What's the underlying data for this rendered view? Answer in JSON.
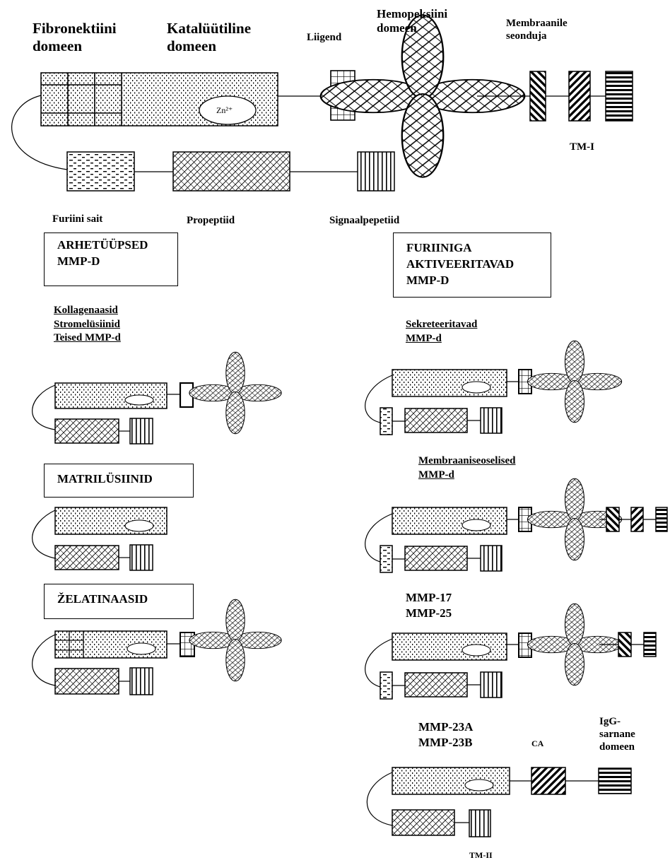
{
  "labels": {
    "fibronectin": [
      "Fibronektiini",
      "domeen"
    ],
    "catalytic": [
      "Katalüütiline",
      "domeen"
    ],
    "hinge": "Liigend",
    "hemopexin": [
      "Hemopeksiini",
      "domeen"
    ],
    "membrane": [
      "Membraanile",
      "seonduja"
    ],
    "tm1": "TM-I",
    "zinc": "Zn²⁺",
    "furin_site": "Furiini sait",
    "propeptide": "Propeptiid",
    "signal": "Signaalpepetiid",
    "ca": "CA",
    "igg": [
      "IgG-",
      "sarnane",
      "domeen"
    ],
    "tm2": "TM-II"
  },
  "groups": {
    "archetypal": [
      "ARHETÜÜPSED",
      "MMP-D"
    ],
    "furin_activated": [
      "FURIINIGA",
      "AKTIVEERITAVAD",
      "MMP-D"
    ],
    "matrilysins": "MATRILÜSIINID",
    "gelatinases": "ŽELATINAASID"
  },
  "subgroups": {
    "collagenases": "Kollagenaasid",
    "stromelysins": "Stromelüsiinid",
    "other_mmps": "Teised MMP-d",
    "secreted": [
      "Sekreteeritavad",
      "MMP-d"
    ],
    "membrane_bound": [
      "Membraaniseoselised",
      "MMP-d"
    ],
    "mmp17_25": [
      "MMP-17",
      "MMP-25"
    ],
    "mmp23": [
      "MMP-23A",
      "MMP-23B"
    ]
  }
}
